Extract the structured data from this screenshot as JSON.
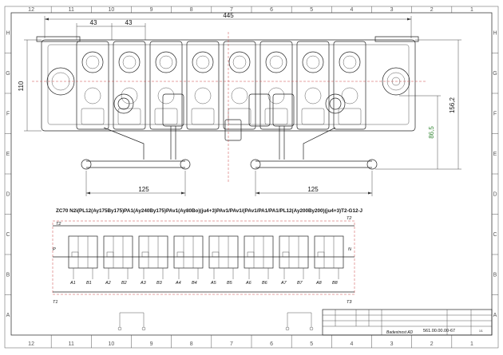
{
  "grid": {
    "columns_top": [
      "12",
      "11",
      "10",
      "9",
      "8",
      "7",
      "6",
      "5",
      "4",
      "3",
      "2",
      "1"
    ],
    "columns_bottom": [
      "12",
      "11",
      "10",
      "9",
      "8",
      "7",
      "6",
      "5",
      "4",
      "3",
      "2",
      "1"
    ],
    "rows": [
      "H",
      "G",
      "F",
      "E",
      "D",
      "C",
      "B",
      "A"
    ]
  },
  "dimensions": {
    "overall_width": "445",
    "pitch_1": "43",
    "pitch_2": "43",
    "height_left": "110",
    "height_right": "156,2",
    "height_inner": "86,5",
    "lever_span_left": "125",
    "lever_span_right": "125"
  },
  "model_code": "ZC70 N2i(PL12(Ay175By175)PA1(Ay240By175)PAv1(Ay80Bo)(ju4+3)PAv1/PAv1/(PAv1/PA1/PA1/PL12(Ay200By200)(ju4+3)T2-G12-J",
  "ports": {
    "top_left": "T2",
    "top_right": "T2",
    "p": "P",
    "n": "N",
    "bottom_left": "T1",
    "bottom_right": "T3",
    "sections": [
      "A1",
      "B1",
      "A2",
      "B2",
      "A3",
      "B3",
      "A4",
      "B4",
      "A5",
      "B5",
      "A6",
      "B6",
      "A7",
      "B7",
      "A8",
      "B8"
    ]
  },
  "title_block": {
    "company": "Badestnost AD",
    "drawing_number": "561.00.00.00-67",
    "sheet_value": "1/1"
  }
}
